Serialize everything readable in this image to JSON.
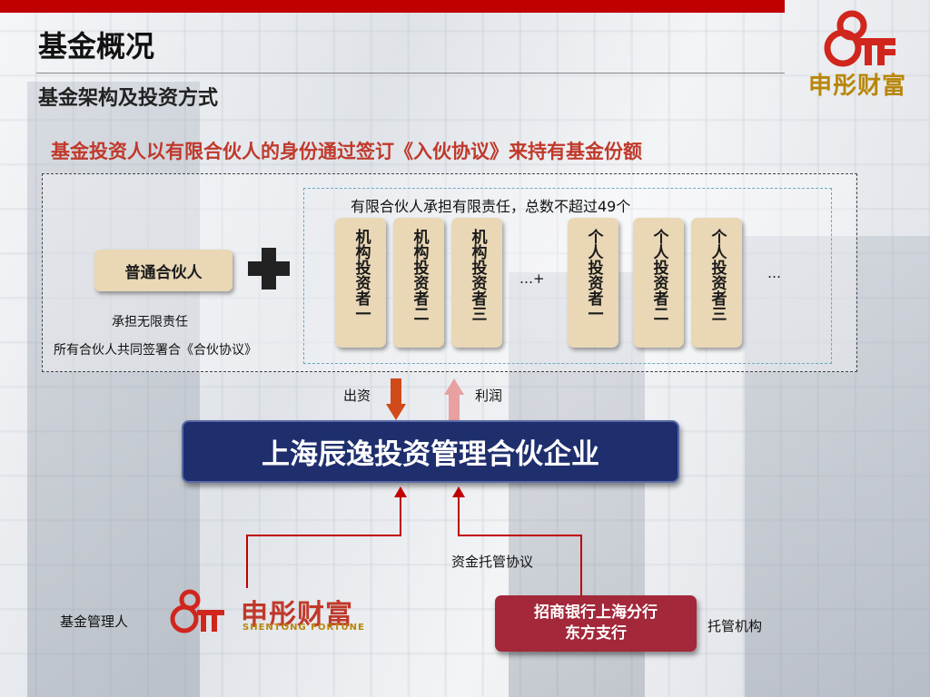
{
  "header": {
    "title": "基金概况",
    "subtitle": "基金架构及投资方式",
    "headline": "基金投资人以有限合伙人的身份通过签订《入伙协议》来持有基金份额",
    "logo_cn": "申彤财富"
  },
  "general_partner": {
    "label": "普通合伙人",
    "note_liability": "承担无限责任",
    "note_agreement": "所有合伙人共同签署合《合伙协议》"
  },
  "limited_partners": {
    "caption": "有限合伙人承担有限责任，总数不超过49个",
    "institutional": [
      "机构投资者一",
      "机构投资者二",
      "机构投资者三"
    ],
    "individual": [
      "个人投资者一",
      "个人投资者二",
      "个人投资者三"
    ],
    "ellipsis_plus": "…+",
    "ellipsis": "…"
  },
  "flows": {
    "capital_label": "出资",
    "profit_label": "利润",
    "custody_agreement_label": "资金托管协议"
  },
  "company": {
    "name": "上海辰逸投资管理合伙企业"
  },
  "manager": {
    "role_label": "基金管理人",
    "logo_cn": "申彤财富",
    "logo_en": "SHENTONG FORTUNE"
  },
  "custodian": {
    "line1": "招商银行上海分行",
    "line2": "东方支行",
    "role_label": "托管机构"
  },
  "colors": {
    "accent_red": "#c00000",
    "headline_red": "#c0392b",
    "company_navy": "#1f2f6e",
    "tan_box": "#e9d7b6",
    "bank_red": "#a3283a",
    "logo_gold": "#b8860b"
  }
}
